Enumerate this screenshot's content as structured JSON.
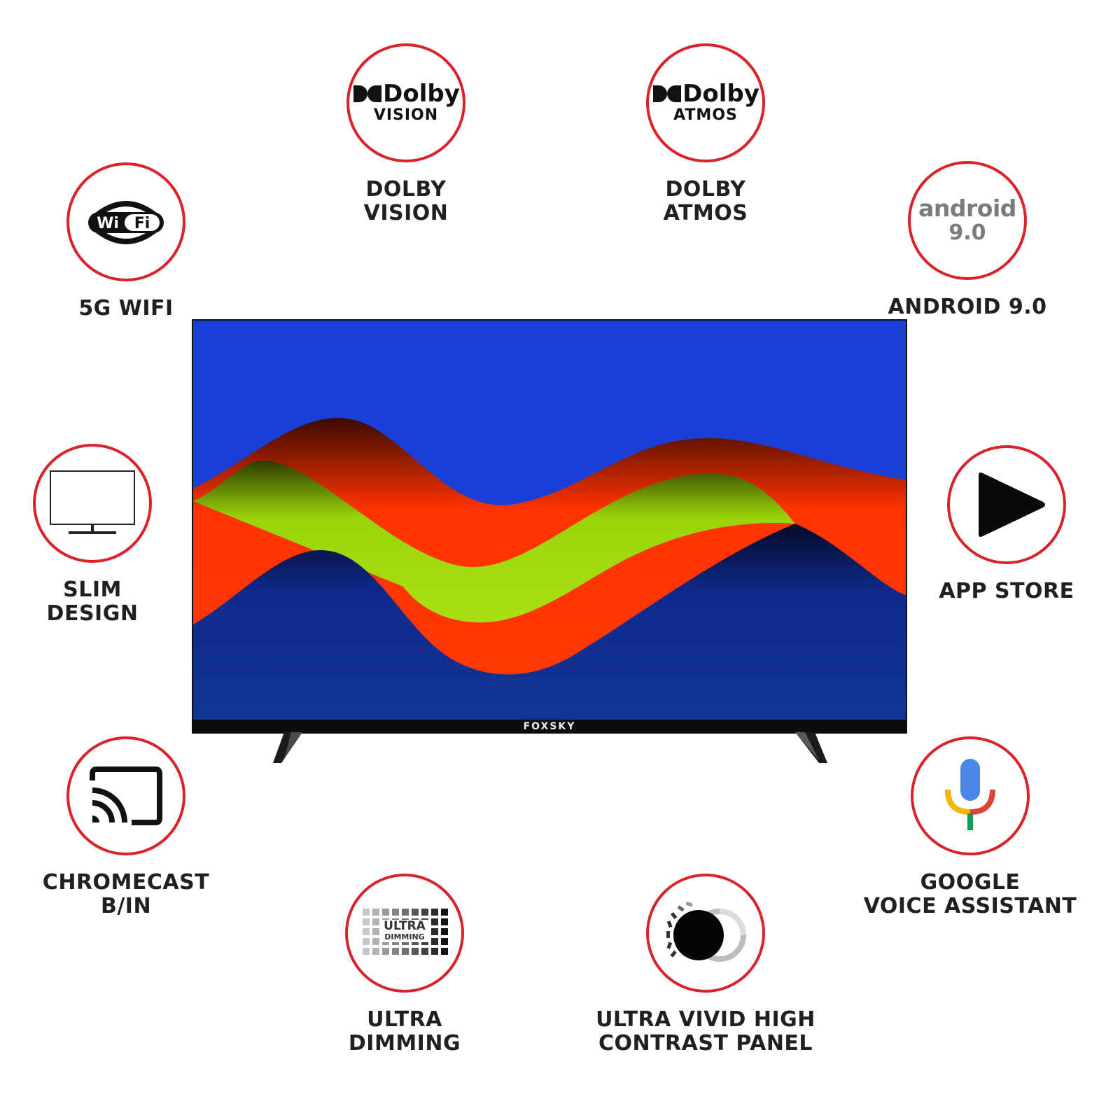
{
  "tv": {
    "brand": "FOXSKY",
    "colors": {
      "sky": "#1a3fd6",
      "red": "#ff3300",
      "green": "#99d40a",
      "navy": "#0f2a8a"
    }
  },
  "features": {
    "wifi": {
      "line1": "5G WIFI",
      "icon": "wifi-logo-icon",
      "logo_text": "Wi Fi"
    },
    "dolby_vision": {
      "line1": "DOLBY",
      "line2": "VISION",
      "icon": "dolby-logo-icon",
      "logo_word": "Dolby",
      "logo_sub": "VISION"
    },
    "dolby_atmos": {
      "line1": "DOLBY",
      "line2": "ATMOS",
      "icon": "dolby-logo-icon",
      "logo_word": "Dolby",
      "logo_sub": "ATMOS"
    },
    "android": {
      "line1": "ANDROID 9.0",
      "icon": "android-logo-icon",
      "logo_word": "android",
      "logo_ver": "9.0"
    },
    "slim_design": {
      "line1": "SLIM",
      "line2": "DESIGN",
      "icon": "monitor-icon"
    },
    "app_store": {
      "line1": "APP STORE",
      "icon": "play-icon"
    },
    "chromecast": {
      "line1": "CHROMECAST",
      "line2": "B/IN",
      "icon": "cast-icon"
    },
    "voice": {
      "line1": "GOOGLE",
      "line2": "VOICE ASSISTANT",
      "icon": "microphone-icon"
    },
    "ultra_dimming": {
      "line1": "ULTRA",
      "line2": "DIMMING",
      "icon": "dimming-grid-icon",
      "logo_line1": "ULTRA",
      "logo_line2": "DIMMING"
    },
    "contrast": {
      "line1": "ULTRA VIVID HIGH",
      "line2": "CONTRAST PANEL",
      "icon": "contrast-icon"
    }
  },
  "accent_color": "#d9232a"
}
